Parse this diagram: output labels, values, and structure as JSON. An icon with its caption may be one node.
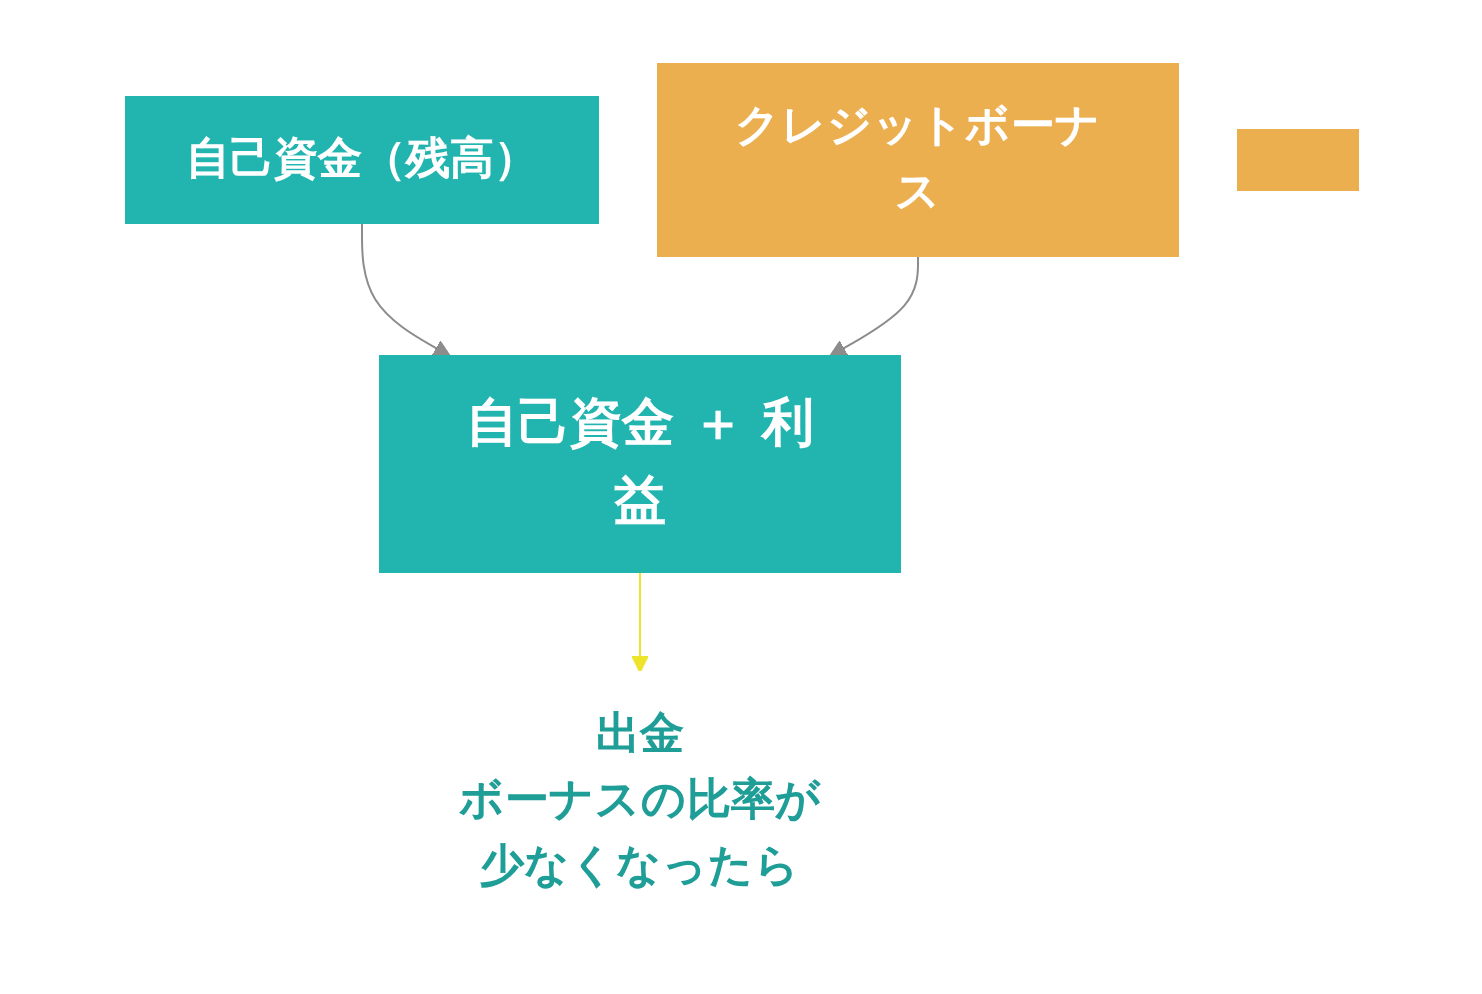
{
  "diagram": {
    "nodes": [
      {
        "text": [
          "自己資金（残高）"
        ]
      },
      {
        "text": [
          "クレジットボーナス"
        ]
      },
      {
        "text": [
          "自己資金 ＋ 利益"
        ]
      },
      {
        "text": [],
        "shape": "box"
      },
      {
        "text": [
          "出金",
          "ボーナスの比率が少なくなったら"
        ]
      }
    ],
    "edges": [
      {
        "from": 0,
        "to": 2,
        "arrow": "to",
        "color": "#8c8c8c"
      },
      {
        "from": 1,
        "to": 2,
        "arrow": "to",
        "color": "#8c8c8c"
      },
      {
        "from": 2,
        "to": 4,
        "arrow": "to",
        "color": "#eee42c"
      }
    ]
  }
}
